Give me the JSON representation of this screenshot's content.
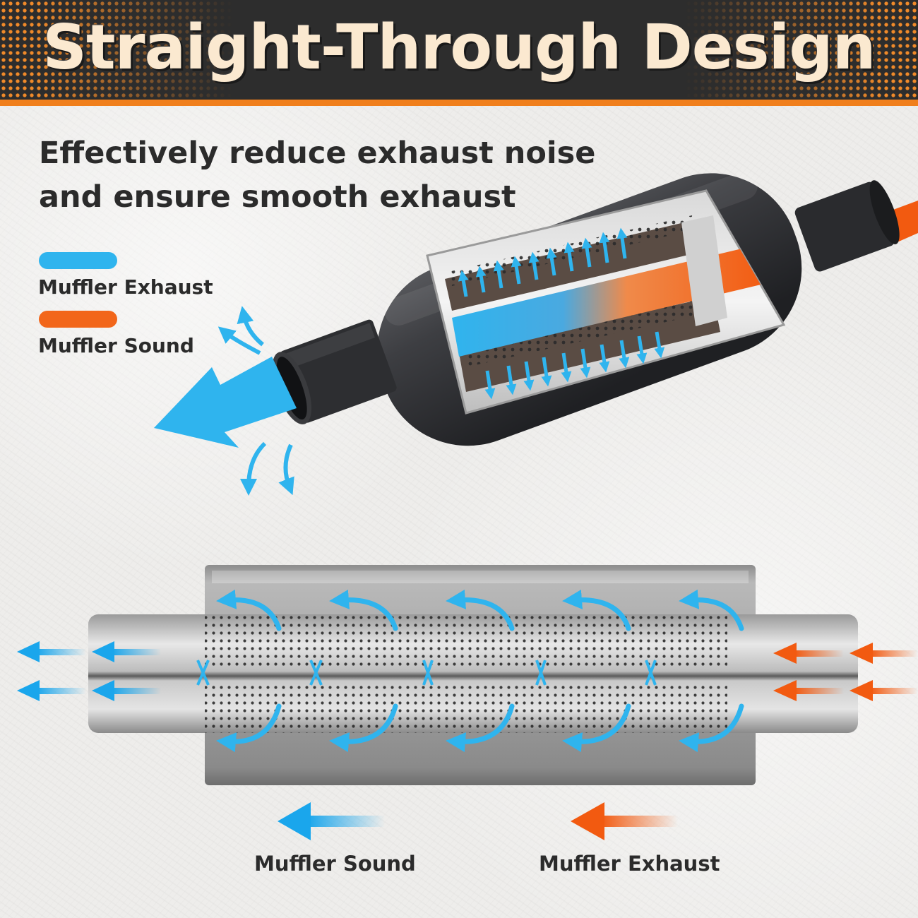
{
  "header": {
    "title": "Straight-Through Design"
  },
  "subtitle": {
    "line1": "Effectively reduce exhaust noise",
    "line2": "and ensure smooth exhaust"
  },
  "legend": [
    {
      "label": "Muffler Exhaust",
      "color": "#2fb4ee"
    },
    {
      "label": "Muffler Sound",
      "color": "#f2661a"
    }
  ],
  "bottom_labels": {
    "sound": "Muffler Sound",
    "exhaust": "Muffler Exhaust"
  },
  "colors": {
    "accent_orange": "#f07f1c",
    "header_dark": "#2d2d2d",
    "title_cream": "#fbe9d0",
    "arrow_blue": "#2fb4ee",
    "arrow_orange": "#f2661a",
    "muffler_black": "#3a3b3e"
  }
}
